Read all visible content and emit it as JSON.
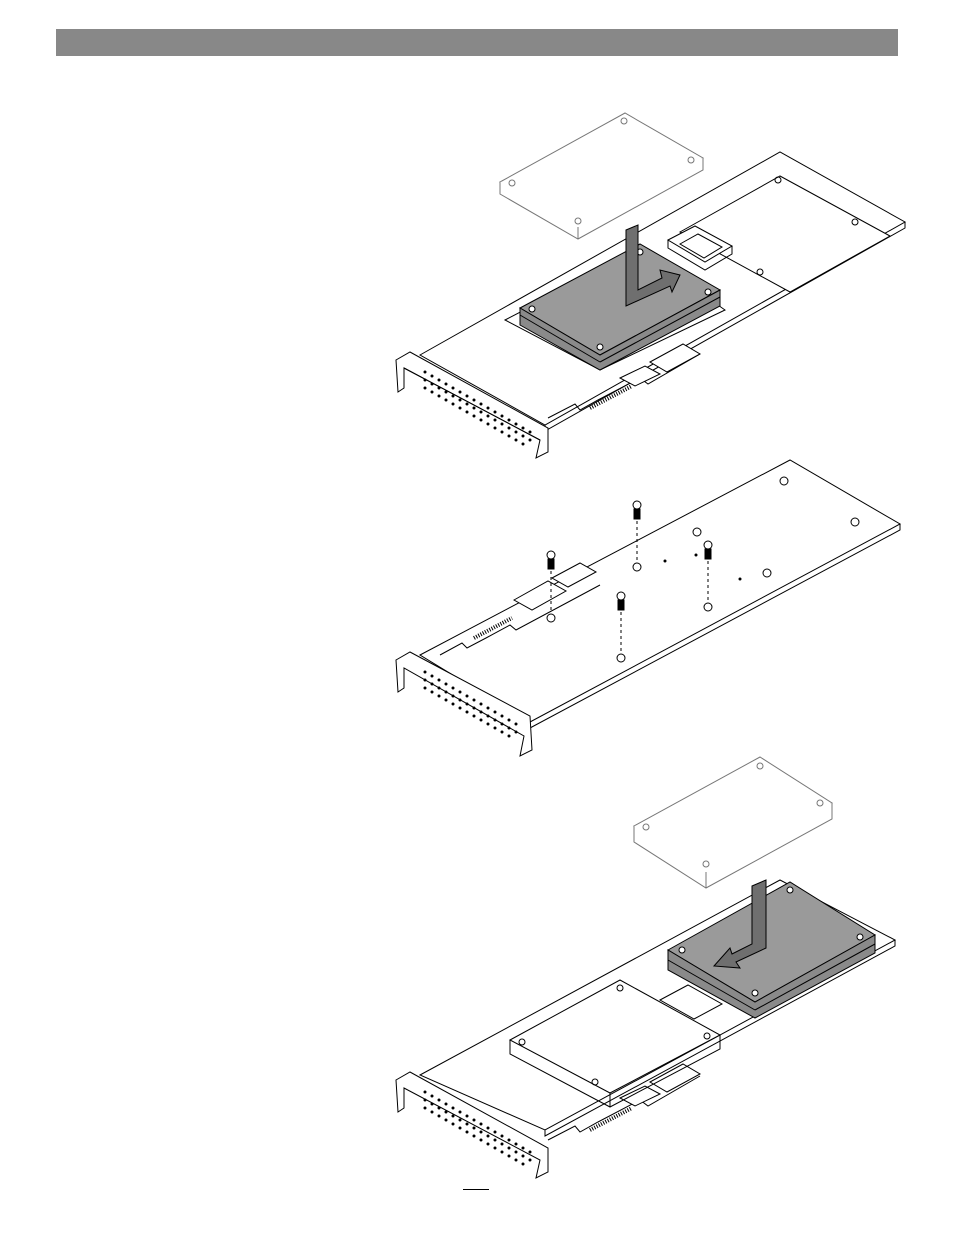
{
  "header": {
    "title": "",
    "color": "#888888"
  },
  "figures": [
    {
      "name": "figure-install-first-ssd",
      "description_label": ""
    },
    {
      "name": "figure-secure-with-screws",
      "description_label": ""
    },
    {
      "name": "figure-install-second-ssd",
      "description_label": ""
    }
  ],
  "footer": {
    "page_number": ""
  },
  "colors": {
    "drive_dark": "#9a9a9a",
    "drive_light": "#ffffff",
    "arrow": "#6f6f6f",
    "line": "#000000"
  }
}
